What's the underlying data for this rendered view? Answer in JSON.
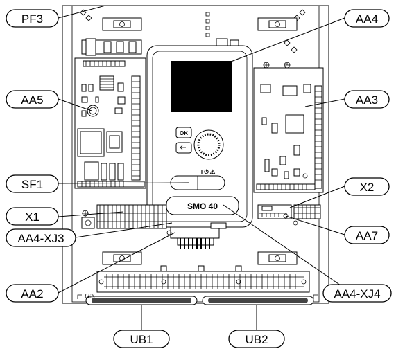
{
  "labels": {
    "pf3": "PF3",
    "aa4": "AA4",
    "aa5": "AA5",
    "aa3": "AA3",
    "sf1": "SF1",
    "x2": "X2",
    "x1": "X1",
    "aa4_xj3": "AA4-XJ3",
    "aa7": "AA7",
    "aa2": "AA2",
    "aa4_xj4": "AA4-XJ4",
    "ub1": "UB1",
    "ub2": "UB2"
  },
  "display": {
    "ok_button": "OK",
    "model": "SMO 40",
    "brand": "LEK",
    "switch_marks": "I ⏻ ⚠"
  },
  "colors": {
    "line": "#000000",
    "screen": "#000000",
    "background": "#ffffff"
  }
}
